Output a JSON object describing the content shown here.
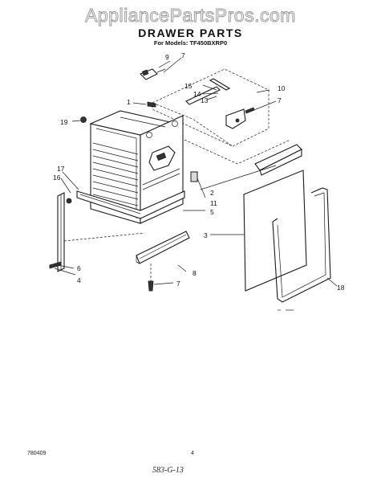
{
  "watermark": "AppliancePartsPros.com",
  "title": "DRAWER PARTS",
  "subtitle": "For Models: TF450BXRP0",
  "callouts": [
    "9",
    "7",
    "15",
    "14",
    "13",
    "10",
    "1",
    "7",
    "19",
    "17",
    "16",
    "2",
    "11",
    "5",
    "3",
    "6",
    "4",
    "8",
    "7",
    "18"
  ],
  "footer": {
    "left_code": "780409",
    "page_number": "4",
    "handwritten": "583-G-13"
  }
}
